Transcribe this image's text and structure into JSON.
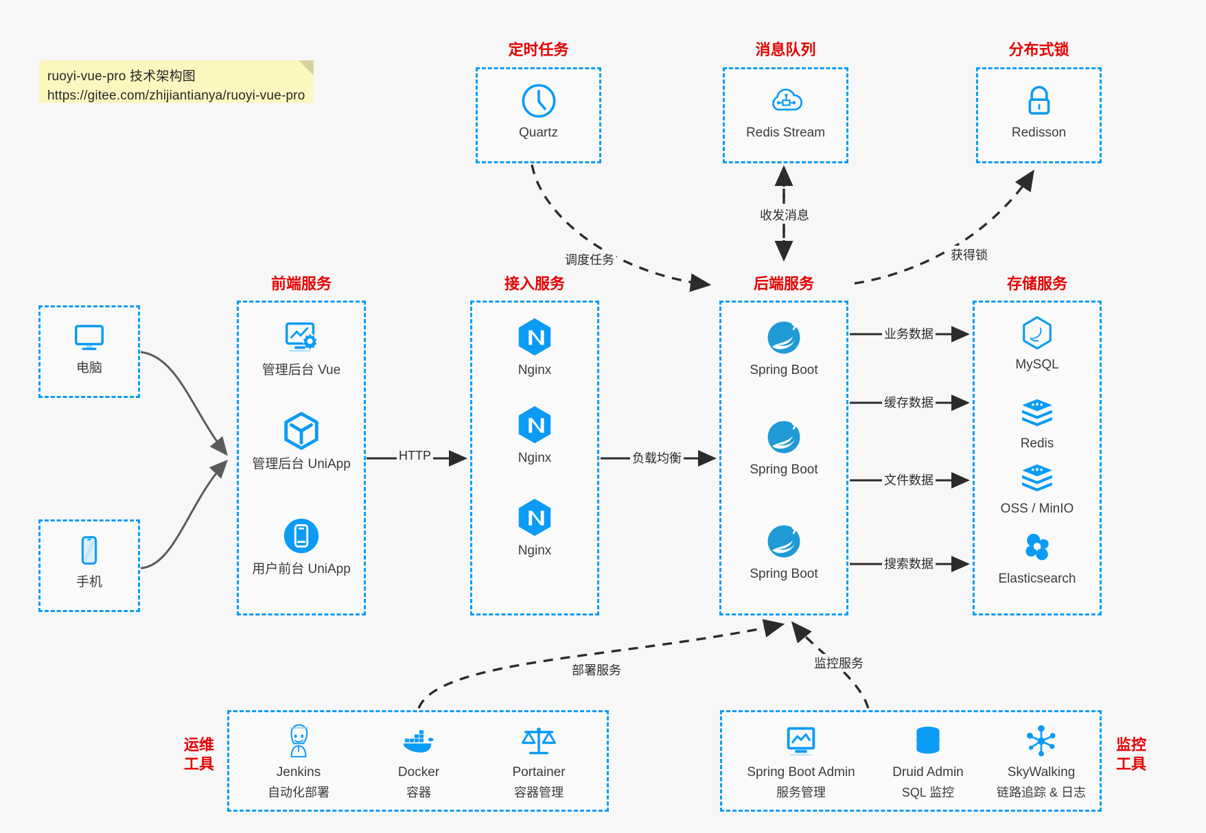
{
  "note": {
    "line1": "ruoyi-vue-pro 技术架构图",
    "line2": "https://gitee.com/zhijiantianya/ruoyi-vue-pro"
  },
  "colors": {
    "accent": "#0a9bf5",
    "group_title": "#e60000",
    "background": "#f7f7f7",
    "note_bg": "#fcf6bf",
    "arrow": "#2b2b2b",
    "curve": "#5a5a5a"
  },
  "groups": {
    "scheduled_task": {
      "title": "定时任务",
      "nodes": [
        {
          "label": "Quartz",
          "icon": "clock-icon"
        }
      ]
    },
    "message_queue": {
      "title": "消息队列",
      "nodes": [
        {
          "label": "Redis Stream",
          "icon": "cloud-stream-icon"
        }
      ]
    },
    "distributed_lock": {
      "title": "分布式锁",
      "nodes": [
        {
          "label": "Redisson",
          "icon": "lock-icon"
        }
      ]
    },
    "clients": {
      "nodes": [
        {
          "label": "电脑",
          "icon": "desktop-icon"
        },
        {
          "label": "手机",
          "icon": "mobile-icon"
        }
      ]
    },
    "frontend": {
      "title": "前端服务",
      "nodes": [
        {
          "label": "管理后台 Vue",
          "icon": "dashboard-gear-icon"
        },
        {
          "label": "管理后台 UniApp",
          "icon": "cube-icon"
        },
        {
          "label": "用户前台 UniApp",
          "icon": "phone-round-icon"
        }
      ]
    },
    "gateway": {
      "title": "接入服务",
      "nodes": [
        {
          "label": "Nginx",
          "icon": "nginx-icon"
        },
        {
          "label": "Nginx",
          "icon": "nginx-icon"
        },
        {
          "label": "Nginx",
          "icon": "nginx-icon"
        }
      ]
    },
    "backend": {
      "title": "后端服务",
      "nodes": [
        {
          "label": "Spring Boot",
          "icon": "spring-boot-icon"
        },
        {
          "label": "Spring Boot",
          "icon": "spring-boot-icon"
        },
        {
          "label": "Spring Boot",
          "icon": "spring-boot-icon"
        }
      ]
    },
    "storage": {
      "title": "存储服务",
      "nodes": [
        {
          "label": "MySQL",
          "icon": "mysql-icon"
        },
        {
          "label": "Redis",
          "icon": "redis-icon"
        },
        {
          "label": "OSS / MinIO",
          "icon": "oss-icon"
        },
        {
          "label": "Elasticsearch",
          "icon": "elasticsearch-icon"
        }
      ]
    },
    "devops": {
      "title_line1": "运维",
      "title_line2": "工具",
      "nodes": [
        {
          "label": "Jenkins",
          "sublabel": "自动化部署",
          "icon": "jenkins-icon"
        },
        {
          "label": "Docker",
          "sublabel": "容器",
          "icon": "docker-icon"
        },
        {
          "label": "Portainer",
          "sublabel": "容器管理",
          "icon": "scales-icon"
        }
      ]
    },
    "monitoring": {
      "title_line1": "监控",
      "title_line2": "工具",
      "nodes": [
        {
          "label": "Spring Boot Admin",
          "sublabel": "服务管理",
          "icon": "monitor-chart-icon"
        },
        {
          "label": "Druid Admin",
          "sublabel": "SQL 监控",
          "icon": "database-icon"
        },
        {
          "label": "SkyWalking",
          "sublabel": "链路追踪 & 日志",
          "icon": "skywalking-icon"
        }
      ]
    }
  },
  "edges": {
    "http": "HTTP",
    "load_balance": "负载均衡",
    "schedule_task": "调度任务",
    "send_receive_message": "收发消息",
    "acquire_lock": "获得锁",
    "business_data": "业务数据",
    "cache_data": "缓存数据",
    "file_data": "文件数据",
    "search_data": "搜索数据",
    "deploy_service": "部署服务",
    "monitor_service": "监控服务"
  }
}
